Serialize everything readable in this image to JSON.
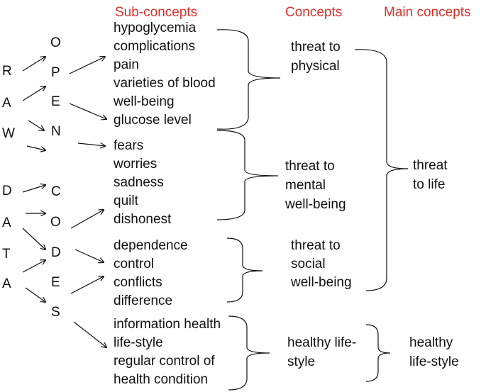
{
  "headers": {
    "sub_concepts": "Sub-concepts",
    "concepts": "Concepts",
    "main_concepts": "Main concepts"
  },
  "raw_data_letters": {
    "raw": [
      "R",
      "A",
      "W"
    ],
    "data": [
      "D",
      "A",
      "T",
      "A"
    ]
  },
  "open_codes_letters": [
    "O",
    "P",
    "E",
    "N",
    "C",
    "O",
    "D",
    "E",
    "S"
  ],
  "sub_concepts": [
    "hypoglycemia",
    "complications",
    "pain",
    "varieties of blood",
    "well-being",
    "glucose level",
    "fears",
    "worries",
    "sadness",
    "quilt",
    "dishonest",
    "dependence",
    "control",
    "conflicts",
    "difference",
    "information health",
    "life-style",
    "regular control of",
    "health condition"
  ],
  "concepts": {
    "physical": [
      "threat to",
      "physical"
    ],
    "mental": [
      "threat to",
      "mental",
      "well-being"
    ],
    "social": [
      "threat to",
      "social",
      "well-being"
    ],
    "lifestyle": [
      "healthy life-",
      "style"
    ]
  },
  "main_concepts": {
    "threat": [
      "threat",
      "to life"
    ],
    "healthy": [
      "healthy",
      "life-style"
    ]
  },
  "colors": {
    "header": "#d9322b",
    "text": "#111111"
  }
}
